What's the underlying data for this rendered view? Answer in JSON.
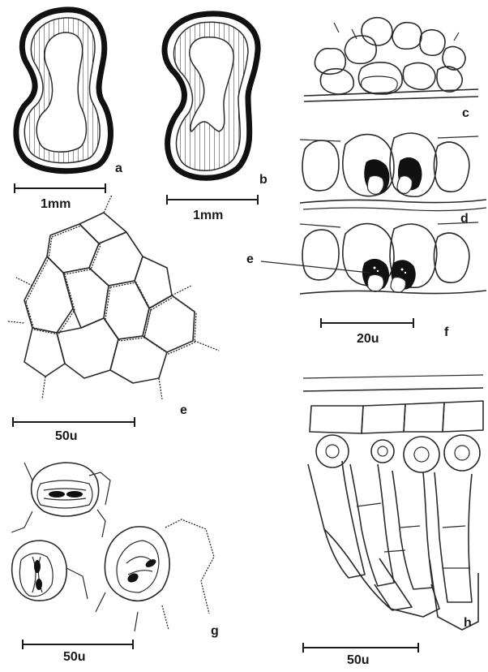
{
  "figure": {
    "panel_labels": {
      "a": "a",
      "b": "b",
      "c": "c",
      "d": "d",
      "e_pointer": "e",
      "f": "f",
      "e": "e",
      "g": "g",
      "h": "h"
    },
    "scale_bars": {
      "a": "1mm",
      "b": "1mm",
      "f": "20u",
      "e": "50u",
      "g": "50u",
      "h": "50u"
    }
  }
}
